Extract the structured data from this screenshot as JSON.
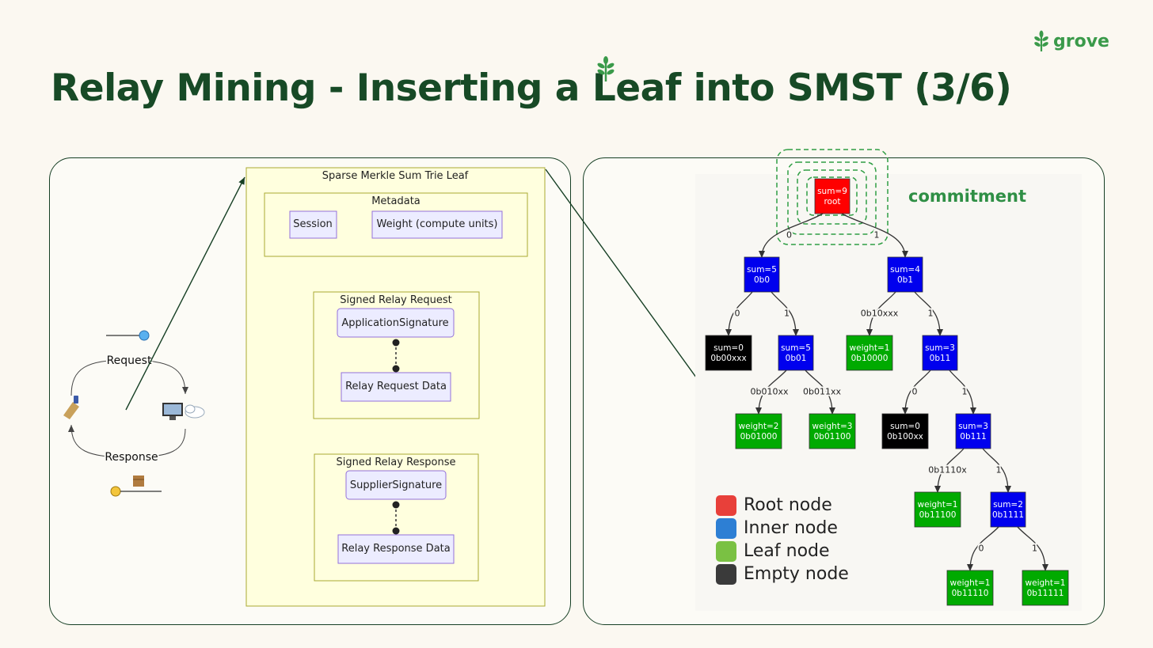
{
  "slide": {
    "title": "Relay Mining - Inserting a Leaf into SMST (3/6)",
    "logo_text": "grove"
  },
  "flow": {
    "request_label": "Request",
    "response_label": "Response"
  },
  "leaf": {
    "title": "Sparse Merkle Sum Trie Leaf",
    "metadata_title": "Metadata",
    "metadata_items": [
      "Session",
      "Weight (compute units)"
    ],
    "request_title": "Signed Relay Request",
    "request_items": [
      "ApplicationSignature",
      "Relay Request Data"
    ],
    "response_title": "Signed Relay Response",
    "response_items": [
      "SupplierSignature",
      "Relay Response Data"
    ]
  },
  "tree": {
    "commitment_label": "commitment",
    "colors": {
      "root": "#ff0000",
      "inner": "#0000ee",
      "leaf": "#00aa00",
      "empty": "#000000"
    },
    "nodes": [
      {
        "id": "root",
        "type": "root",
        "line1": "sum=9",
        "line2": "root"
      },
      {
        "id": "b0",
        "type": "inner",
        "line1": "sum=5",
        "line2": "0b0"
      },
      {
        "id": "b1",
        "type": "inner",
        "line1": "sum=4",
        "line2": "0b1"
      },
      {
        "id": "b00",
        "type": "empty",
        "line1": "sum=0",
        "line2": "0b00xxx"
      },
      {
        "id": "b01",
        "type": "inner",
        "line1": "sum=5",
        "line2": "0b01"
      },
      {
        "id": "b10",
        "type": "leaf",
        "line1": "weight=1",
        "line2": "0b10000"
      },
      {
        "id": "b11",
        "type": "inner",
        "line1": "sum=3",
        "line2": "0b11"
      },
      {
        "id": "b010",
        "type": "leaf",
        "line1": "weight=2",
        "line2": "0b01000"
      },
      {
        "id": "b011",
        "type": "leaf",
        "line1": "weight=3",
        "line2": "0b01100"
      },
      {
        "id": "b110",
        "type": "empty",
        "line1": "sum=0",
        "line2": "0b100xx"
      },
      {
        "id": "b111",
        "type": "inner",
        "line1": "sum=3",
        "line2": "0b111"
      },
      {
        "id": "b1110",
        "type": "leaf",
        "line1": "weight=1",
        "line2": "0b11100"
      },
      {
        "id": "b1111",
        "type": "inner",
        "line1": "sum=2",
        "line2": "0b1111"
      },
      {
        "id": "b11110",
        "type": "leaf",
        "line1": "weight=1",
        "line2": "0b11110"
      },
      {
        "id": "b11111",
        "type": "leaf",
        "line1": "weight=1",
        "line2": "0b11111"
      }
    ],
    "edges": [
      {
        "from": "root",
        "to": "b0",
        "label": "0"
      },
      {
        "from": "root",
        "to": "b1",
        "label": "1"
      },
      {
        "from": "b0",
        "to": "b00",
        "label": "0"
      },
      {
        "from": "b0",
        "to": "b01",
        "label": "1"
      },
      {
        "from": "b1",
        "to": "b10",
        "label": "0b10xxx"
      },
      {
        "from": "b1",
        "to": "b11",
        "label": "1"
      },
      {
        "from": "b01",
        "to": "b010",
        "label": "0b010xx"
      },
      {
        "from": "b01",
        "to": "b011",
        "label": "0b011xx"
      },
      {
        "from": "b11",
        "to": "b110",
        "label": "0"
      },
      {
        "from": "b11",
        "to": "b111",
        "label": "1"
      },
      {
        "from": "b111",
        "to": "b1110",
        "label": "0b1110x"
      },
      {
        "from": "b111",
        "to": "b1111",
        "label": "1"
      },
      {
        "from": "b1111",
        "to": "b11110",
        "label": "0"
      },
      {
        "from": "b1111",
        "to": "b11111",
        "label": "1"
      }
    ]
  },
  "legend": [
    {
      "label": "Root node",
      "color": "#e8403a"
    },
    {
      "label": "Inner node",
      "color": "#2d7fd4"
    },
    {
      "label": "Leaf node",
      "color": "#7ac143"
    },
    {
      "label": "Empty node",
      "color": "#3a3a3a"
    }
  ]
}
